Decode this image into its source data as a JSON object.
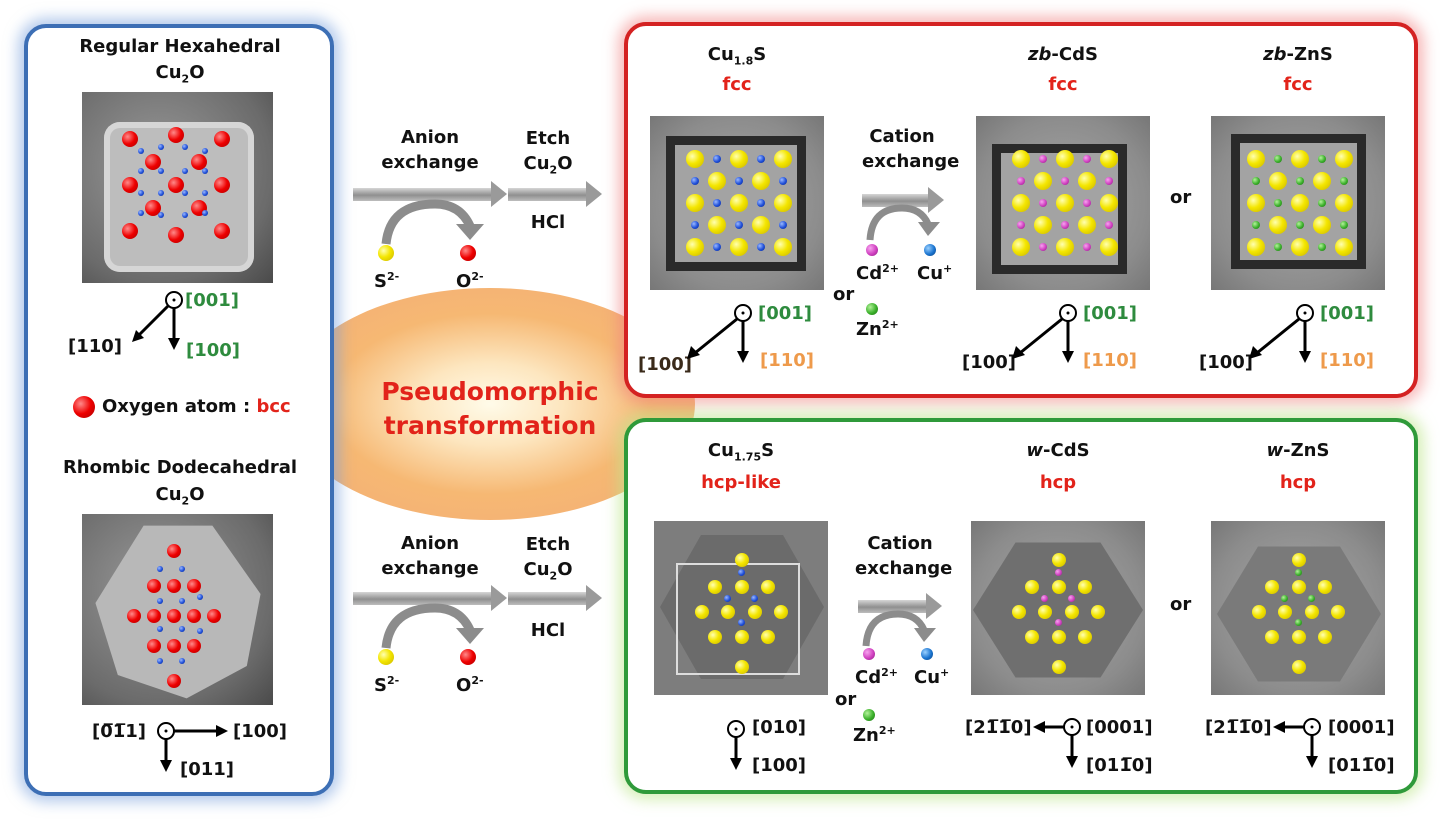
{
  "central_label": {
    "line1": "Pseudomorphic",
    "line2": "transformation",
    "color": "#e2231a"
  },
  "left_panel": {
    "top": {
      "title": "Regular Hexahedral",
      "formula_main": "Cu",
      "formula_sub": "2",
      "formula_end": "O",
      "axes": {
        "out_of_plane": "[001]",
        "diag": "[110]",
        "down": "[100]"
      }
    },
    "legend": {
      "label": "Oxygen atom : ",
      "structure": "bcc"
    },
    "bottom": {
      "title": "Rhombic Dodecahedral",
      "formula_main": "Cu",
      "formula_sub": "2",
      "formula_end": "O",
      "axes": {
        "left": "[0̅1̅1]",
        "right": "[100]",
        "down": "[011]"
      }
    }
  },
  "steps_top": {
    "anion_line1": "Anion",
    "anion_line2": "exchange",
    "etch_line1": "Etch",
    "etch_formula_main": "Cu",
    "etch_formula_sub": "2",
    "etch_formula_end": "O",
    "reagent": "HCl",
    "ion_in": "S",
    "ion_in_charge": "2-",
    "ion_out": "O",
    "ion_out_charge": "2-"
  },
  "steps_bottom": {
    "anion_line1": "Anion",
    "anion_line2": "exchange",
    "etch_line1": "Etch",
    "etch_formula_main": "Cu",
    "etch_formula_sub": "2",
    "etch_formula_end": "O",
    "reagent": "HCl",
    "ion_in": "S",
    "ion_in_charge": "2-",
    "ion_out": "O",
    "ion_out_charge": "2-"
  },
  "red_panel": {
    "col1": {
      "formula_main": "Cu",
      "formula_sub": "1.8",
      "formula_end": "S",
      "structure": "fcc",
      "axes": {
        "out": "[001]",
        "diag": "[100]",
        "down": "[110]"
      }
    },
    "cation": {
      "line1": "Cation",
      "line2": "exchange",
      "ion1": "Cd",
      "ion1_charge": "2+",
      "ion_out": "Cu",
      "ion_out_charge": "+",
      "or": "or",
      "ion2": "Zn",
      "ion2_charge": "2+"
    },
    "col2": {
      "prefix": "zb",
      "name": "-CdS",
      "structure": "fcc",
      "axes": {
        "out": "[001]",
        "diag": "[100]",
        "down": "[110]"
      }
    },
    "or": "or",
    "col3": {
      "prefix": "zb",
      "name": "-ZnS",
      "structure": "fcc",
      "axes": {
        "out": "[001]",
        "diag": "[100]",
        "down": "[110]"
      }
    }
  },
  "green_panel": {
    "col1": {
      "formula_main": "Cu",
      "formula_sub": "1.75",
      "formula_end": "S",
      "structure": "hcp-like",
      "axes": {
        "out": "[010]",
        "down": "[100]"
      }
    },
    "cation": {
      "line1": "Cation",
      "line2": "exchange",
      "ion1": "Cd",
      "ion1_charge": "2+",
      "ion_out": "Cu",
      "ion_out_charge": "+",
      "or": "or",
      "ion2": "Zn",
      "ion2_charge": "2+"
    },
    "col2": {
      "prefix": "w",
      "name": "-CdS",
      "structure": "hcp",
      "axes": {
        "left": "[21̅1̅0]",
        "out": "[0001]",
        "down": "[011̅0]"
      }
    },
    "or": "or",
    "col3": {
      "prefix": "w",
      "name": "-ZnS",
      "structure": "hcp",
      "axes": {
        "left": "[21̅1̅0]",
        "out": "[0001]",
        "down": "[011̅0]"
      }
    }
  },
  "colors": {
    "blue_frame": "#3d6fb5",
    "red_frame": "#d42222",
    "green_frame": "#2f9a3a",
    "structure_red": "#e2231a",
    "axis_green": "#2e8b3e",
    "axis_orange": "#ee9a4b"
  }
}
